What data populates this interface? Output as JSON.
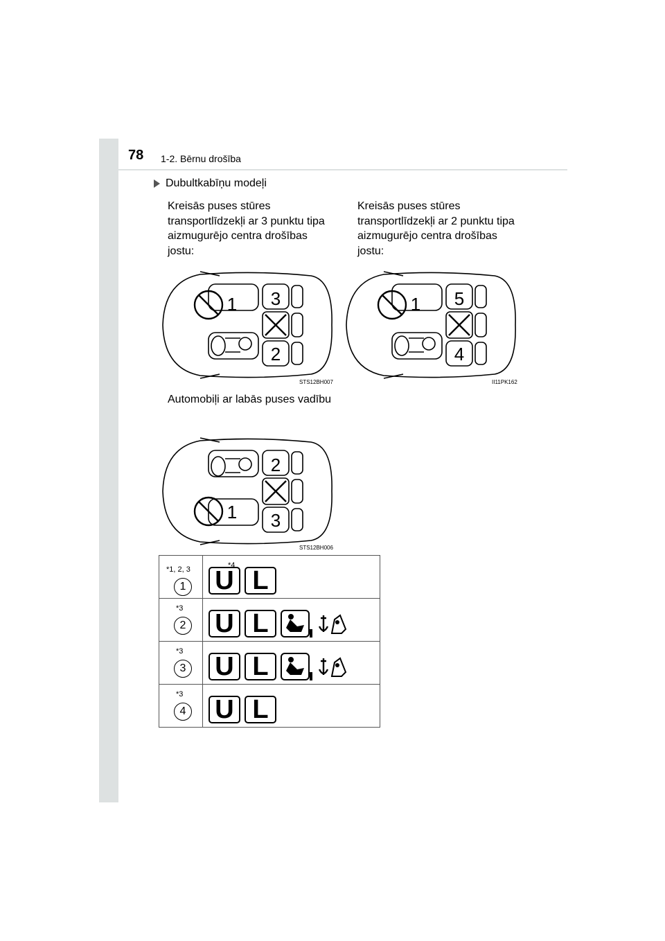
{
  "header": {
    "page_number": "78",
    "section": "1-2. Bērnu drošība"
  },
  "heading": "Dubultkabīņu modeļi",
  "left_caption": "Kreisās puses stūres transportlīdzekļi ar 3 punktu tipa aizmugurējo centra drošības jostu:",
  "right_caption": "Kreisās puses stūres transportlīdzekļi ar 2 punktu tipa aizmugurējo centra drošības jostu:",
  "rhd_caption": "Automobiļi ar labās puses vadību",
  "figures": [
    {
      "code": "STS12BH007",
      "front": "1",
      "rear_a": "3",
      "rear_b": "2"
    },
    {
      "code": "II11PK162",
      "front": "1",
      "rear_a": "5",
      "rear_b": "4"
    },
    {
      "code": "STS12BH006",
      "front": "1",
      "rear_a": "2",
      "rear_b": "3"
    }
  ],
  "table": {
    "rows": [
      {
        "seat": "1",
        "note": "*1, 2, 3",
        "sym_note": "*4",
        "symbols": [
          "U",
          "L"
        ],
        "extra_icons": false
      },
      {
        "seat": "2",
        "note": "*3",
        "sym_note": "",
        "symbols": [
          "U",
          "L"
        ],
        "extra_icons": true
      },
      {
        "seat": "3",
        "note": "*3",
        "sym_note": "",
        "symbols": [
          "U",
          "L"
        ],
        "extra_icons": true
      },
      {
        "seat": "4",
        "note": "*3",
        "sym_note": "",
        "symbols": [
          "U",
          "L"
        ],
        "extra_icons": false
      }
    ]
  },
  "icons": [
    "child-seat-prohibited-icon",
    "forward-facing-child-seat-icon",
    "isofix-anchor-icon"
  ]
}
